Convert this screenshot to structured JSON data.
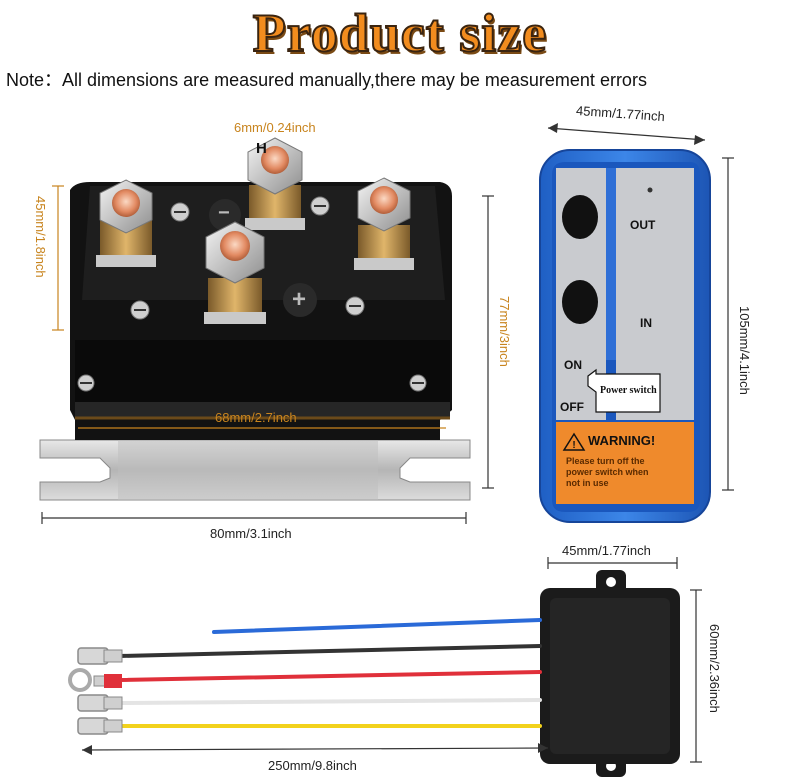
{
  "title": "Product size",
  "note": "Note：All dimensions are measured manually,there may be measurement errors",
  "solenoid": {
    "terminal_label": "6mm/0.24inch",
    "height_label": "45mm/1.8inch",
    "inner_width_label": "68mm/2.7inch",
    "side_height_label": "77mm/3inch",
    "width_label": "80mm/3.1inch",
    "symbols": [
      "H",
      "−",
      "+"
    ]
  },
  "remote": {
    "width_label": "45mm/1.77inch",
    "height_label": "105mm/4.1inch",
    "out_label": "OUT",
    "in_label": "IN",
    "on_label": "ON",
    "off_label": "OFF",
    "power_switch_label": "Power switch",
    "warning_title": "WARNING!",
    "warning_text": [
      "Please turn off the",
      "power switch when",
      "not in use"
    ]
  },
  "receiver": {
    "width_label": "45mm/1.77inch",
    "height_label": "60mm/2.36inch",
    "wire_length_label": "250mm/9.8inch",
    "wire_colors": [
      "#2a6ad8",
      "#333333",
      "#e0303a",
      "#eeeeee",
      "#f2d21c"
    ]
  }
}
